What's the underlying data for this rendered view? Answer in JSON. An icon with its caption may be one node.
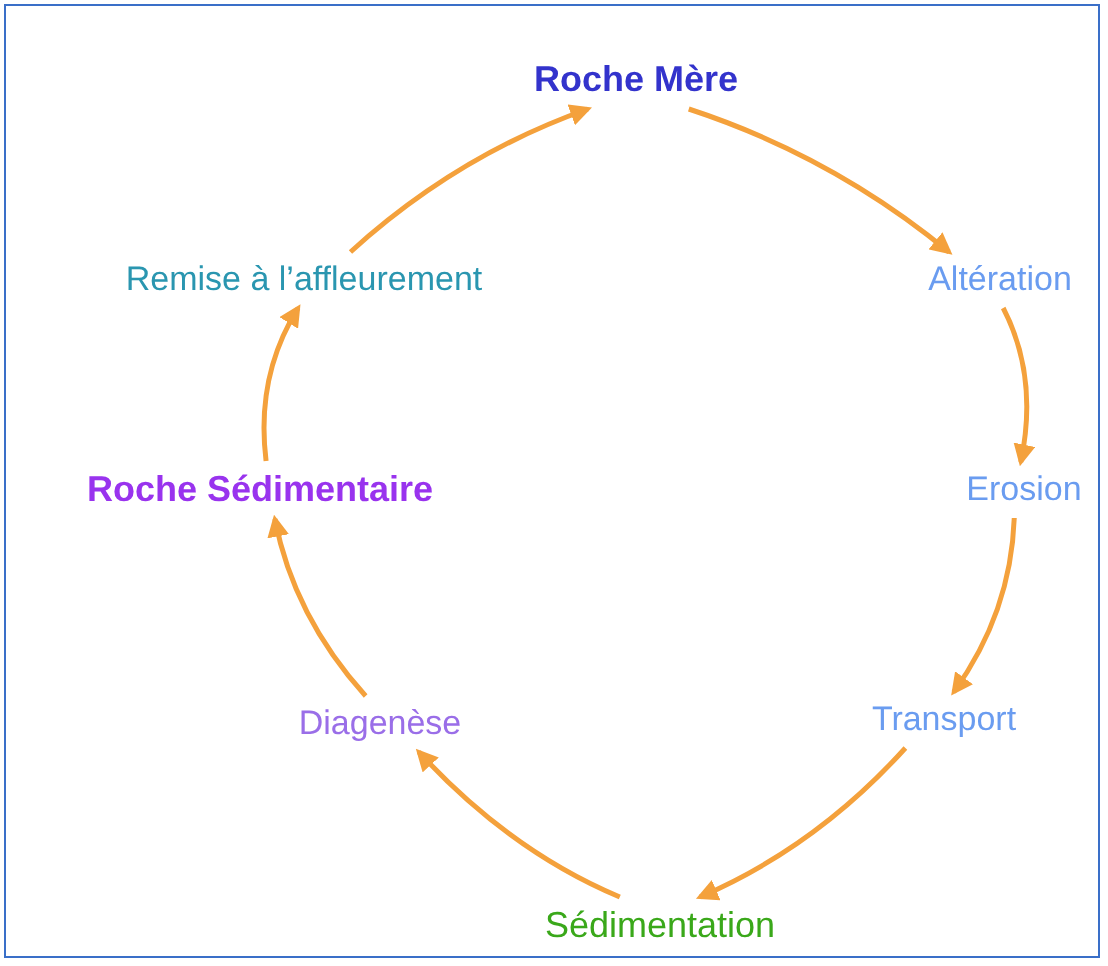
{
  "diagram": {
    "nodes": [
      {
        "text": [
          "Roche Mère"
        ]
      },
      {
        "text": [
          "Altération"
        ]
      },
      {
        "text": [
          "Erosion"
        ]
      },
      {
        "text": [
          "Transport"
        ]
      },
      {
        "text": [
          "Sédimentation"
        ]
      },
      {
        "text": [
          "Diagenèse"
        ]
      },
      {
        "text": [
          "Roche Sédimentaire"
        ]
      },
      {
        "text": [
          "Remise à l’affleurement"
        ]
      }
    ],
    "edges": [
      {
        "from": 0,
        "to": 1,
        "arrow": "to"
      },
      {
        "from": 1,
        "to": 2,
        "arrow": "to"
      },
      {
        "from": 2,
        "to": 3,
        "arrow": "to"
      },
      {
        "from": 3,
        "to": 4,
        "arrow": "to"
      },
      {
        "from": 4,
        "to": 5,
        "arrow": "to"
      },
      {
        "from": 5,
        "to": 6,
        "arrow": "to"
      },
      {
        "from": 6,
        "to": 7,
        "arrow": "to"
      },
      {
        "from": 7,
        "to": 0,
        "arrow": "to"
      }
    ]
  }
}
